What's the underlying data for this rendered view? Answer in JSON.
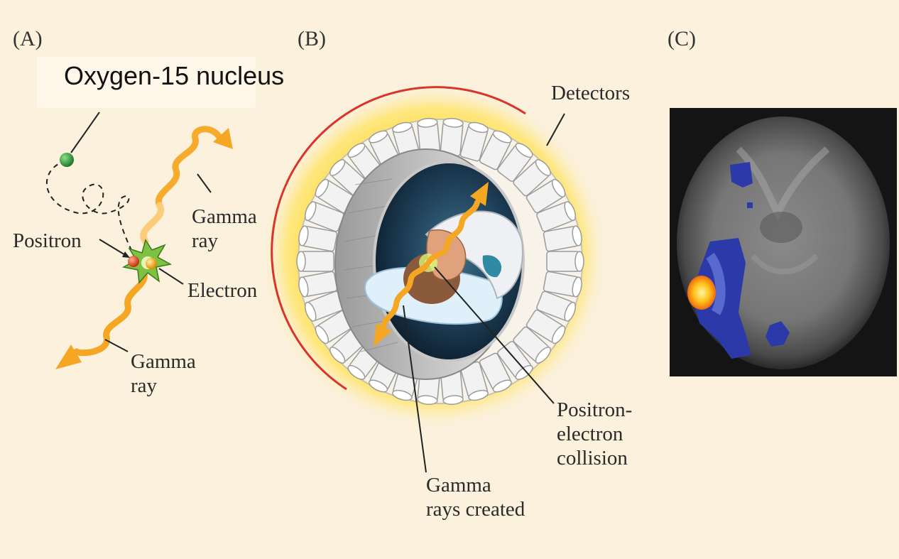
{
  "panels": {
    "a": {
      "label": "(A)"
    },
    "b": {
      "label": "(B)"
    },
    "c": {
      "label": "(C)"
    }
  },
  "panel_a": {
    "nucleus_label": "Oxygen-15 nucleus",
    "positron_label": "Positron",
    "electron_label": "Electron",
    "gamma_upper": "Gamma\nray",
    "gamma_lower": "Gamma\nray"
  },
  "panel_b": {
    "detectors_label": "Detectors",
    "collision_label": "Positron-\nelectron\ncollision",
    "gamma_created_label": "Gamma\nrays created"
  },
  "panel_c": {
    "image": "brain-pet-scan"
  },
  "colors": {
    "background": "#fbf1dd",
    "gamma_ray": "#f5a623",
    "positron": "#e8442a",
    "electron": "#f6b21a",
    "nucleus": "#2f9e3b",
    "activation_blue": "#2b3aa8",
    "activation_hot": "#ffcc33",
    "ring_glow": "#ffd21f",
    "scan_arc": "#d9342b"
  }
}
